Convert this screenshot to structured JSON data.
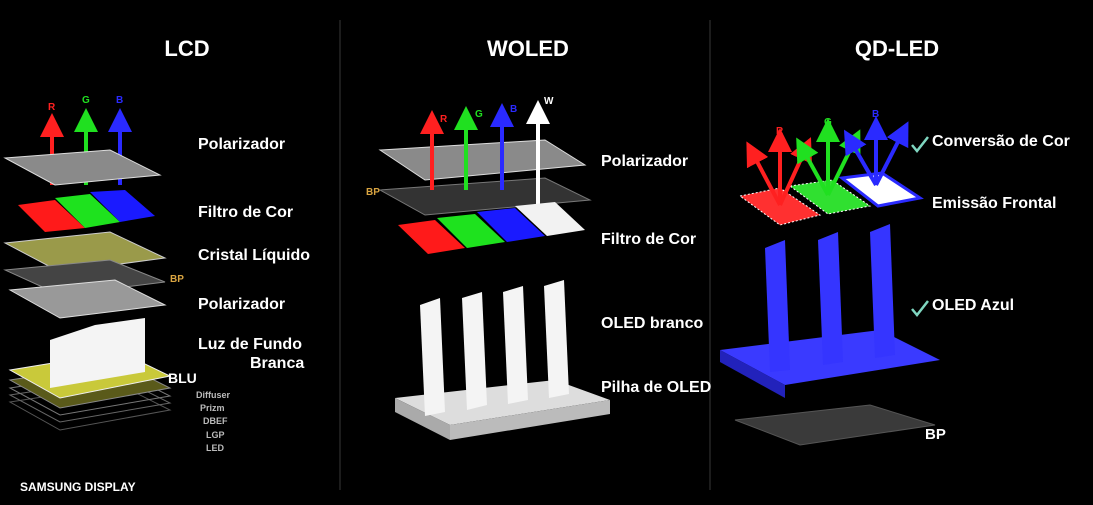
{
  "titles": {
    "lcd": "LCD",
    "woled": "WOLED",
    "qdled": "QD-LED"
  },
  "lcd": {
    "arrows": [
      "R",
      "G",
      "B"
    ],
    "labels": [
      "Polarizador",
      "Filtro de Cor",
      "Cristal Líquido",
      "Polarizador",
      "Luz de Fundo",
      "Branca"
    ],
    "bp": "BP",
    "blu": "BLU",
    "blu_layers": [
      "Diffuser",
      "Prizm",
      "DBEF",
      "LGP",
      "LED"
    ]
  },
  "woled": {
    "arrows": [
      "R",
      "G",
      "B",
      "W"
    ],
    "bp": "BP",
    "labels": [
      "Polarizador",
      "Filtro de Cor",
      "OLED branco",
      "Pilha de OLED"
    ]
  },
  "qdled": {
    "arrows": [
      "R",
      "G",
      "B"
    ],
    "labels": [
      "Conversão de Cor",
      "Emissão Frontal",
      "OLED Azul"
    ],
    "bp": "BP"
  },
  "brand": "SAMSUNG DISPLAY",
  "colors": {
    "red": "#ff2020",
    "green": "#20e020",
    "blue": "#2a2aff",
    "bp": "#d9a441",
    "bp_qd": "#5fd6d6",
    "check": "#7fd6c0"
  }
}
